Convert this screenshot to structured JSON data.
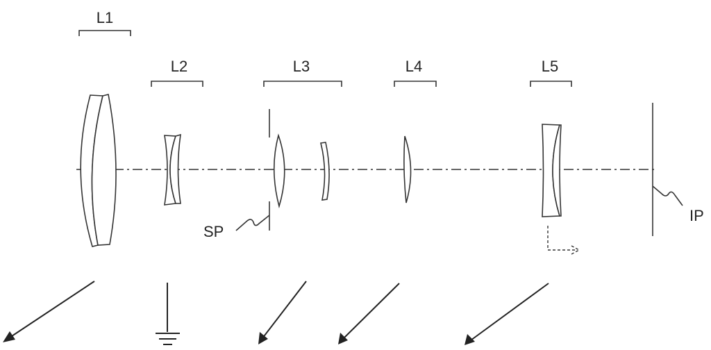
{
  "groups": [
    {
      "id": "L1",
      "label": "L1"
    },
    {
      "id": "L2",
      "label": "L2"
    },
    {
      "id": "L3",
      "label": "L3"
    },
    {
      "id": "L4",
      "label": "L4"
    },
    {
      "id": "L5",
      "label": "L5"
    }
  ],
  "stop_label": "SP",
  "image_plane_label": "IP"
}
